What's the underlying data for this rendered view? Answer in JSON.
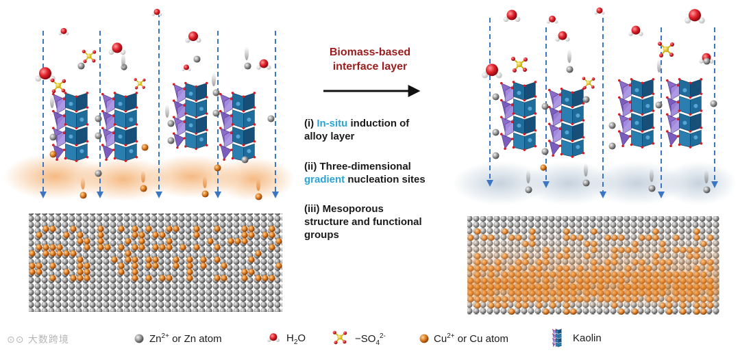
{
  "center": {
    "title_line1": "Biomass-based",
    "title_line2": "interface layer",
    "point1_prefix": "(i) ",
    "point1_highlight": "In-situ",
    "point1_rest": " induction of",
    "point1_line2": "alloy layer",
    "point2_line1": "(ii) Three-dimensional",
    "point2_highlight": "gradient",
    "point2_rest": " nucleation sites",
    "point3_line1": "(iii) Mesoporous",
    "point3_line2": "structure and functional",
    "point3_line3": "groups"
  },
  "legend": {
    "zn_main": "Zn",
    "zn_sup": "2+",
    "zn_rest": " or Zn atom",
    "h2o_main": "H",
    "h2o_sub": "2",
    "h2o_rest": "O",
    "so4_main": "−SO",
    "so4_sub": "4",
    "so4_sup": "2-",
    "cu_main": "Cu",
    "cu_sup": "2+",
    "cu_rest": " or Cu atom",
    "kaolin": "Kaolin"
  },
  "watermark": "大数跨境",
  "colors": {
    "title": "#9b1c1c",
    "highlight": "#29a3d6",
    "zinc": "#8a8a8a",
    "copper": "#d9822b",
    "water_oxygen": "#e0202a",
    "arrow_dashed": "#3a76c4",
    "kaolin_octahedra": "#1f6b99",
    "kaolin_tetrahedra": "#7a5fb8"
  }
}
